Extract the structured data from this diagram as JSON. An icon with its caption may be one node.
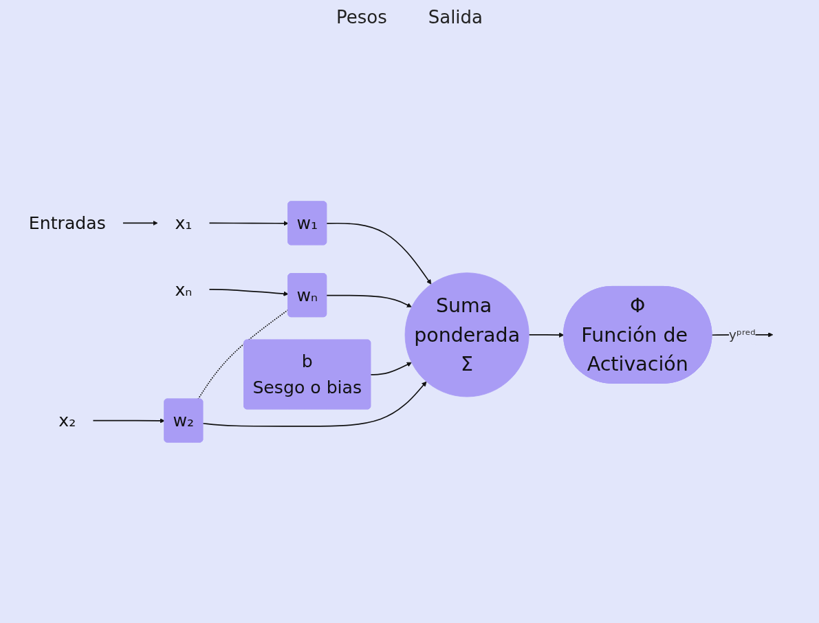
{
  "diagram": {
    "nodes": [
      {
        "text": [
          "Entradas"
        ]
      },
      {
        "text": [
          "x₁"
        ]
      },
      {
        "text": [
          "x₂"
        ]
      },
      {
        "text": [
          "xₙ"
        ]
      },
      {
        "text": [
          "w₁"
        ]
      },
      {
        "text": [
          "w₂"
        ]
      },
      {
        "text": [
          "wₙ"
        ]
      },
      {
        "text": [
          "Suma ponderada",
          "Σ"
        ]
      },
      {
        "text": [
          "b",
          "Sesgo o bias"
        ]
      },
      {
        "text": [
          "Φ",
          "Función de Activación"
        ]
      }
    ],
    "edges": [
      {
        "from": 0,
        "to": 1,
        "arrow": "to"
      },
      {
        "from": 1,
        "to": 4,
        "arrow": "to"
      },
      {
        "from": 2,
        "to": 5,
        "arrow": "to"
      },
      {
        "from": 3,
        "to": 6,
        "arrow": "to"
      },
      {
        "from": 5,
        "to": 6,
        "arrow": "none",
        "style": "dashed"
      },
      {
        "from": 4,
        "to": 7,
        "arrow": "to"
      },
      {
        "from": 5,
        "to": 7,
        "arrow": "to"
      },
      {
        "from": 6,
        "to": 7,
        "arrow": "to"
      },
      {
        "from": 8,
        "to": 7,
        "arrow": "to"
      },
      {
        "from": 7,
        "to": 9,
        "arrow": "to"
      },
      {
        "from": 9,
        "to": null,
        "label": "yᵖʳᵉᵈ",
        "arrow": "to"
      }
    ],
    "labels": [
      "Pesos",
      "Salida"
    ]
  }
}
